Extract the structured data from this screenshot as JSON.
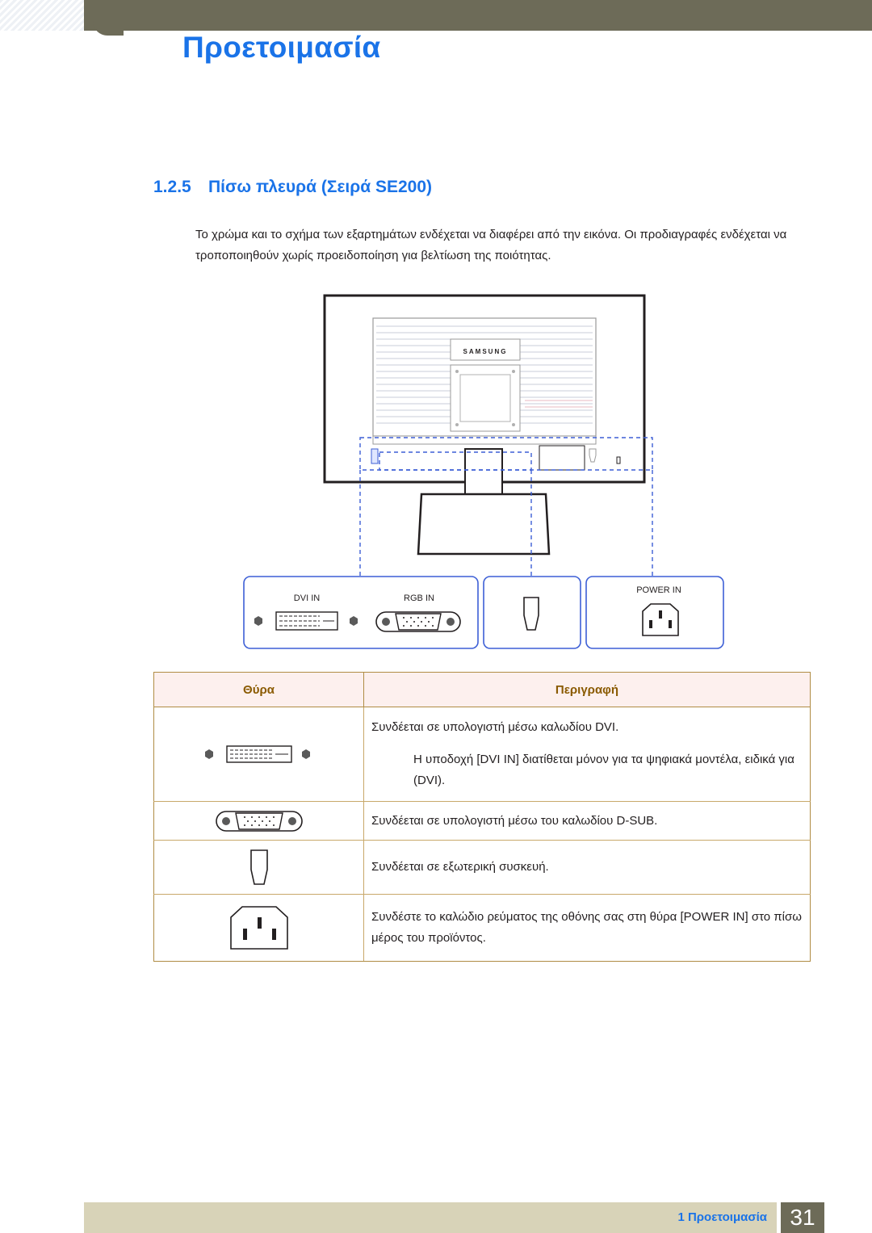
{
  "header": {
    "chapter_title": "Προετοιμασία"
  },
  "section": {
    "number": "1.2.5",
    "title": "Πίσω πλευρά (Σειρά SE200)",
    "intro": "Το χρώμα και το σχήμα των εξαρτημάτων ενδέχεται να διαφέρει από την εικόνα. Οι προδιαγραφές ενδέχεται να τροποποιηθούν χωρίς προειδοποίηση για βελτίωση της ποιότητας."
  },
  "diagram": {
    "brand": "SAMSUNG",
    "labels": {
      "dvi_in": "DVI IN",
      "rgb_in": "RGB IN",
      "power_in": "POWER IN"
    }
  },
  "table": {
    "headers": {
      "port": "Θύρα",
      "description": "Περιγραφή"
    },
    "rows": [
      {
        "icon": "dvi-port-icon",
        "description": "Συνδέεται σε υπολογιστή μέσω καλωδίου DVI.",
        "note": "Η υποδοχή [DVI IN] διατίθεται μόνον για τα ψηφιακά μοντέλα, ειδικά για (DVI)."
      },
      {
        "icon": "dsub-port-icon",
        "description": "Συνδέεται σε υπολογιστή μέσω του καλωδίου D-SUB."
      },
      {
        "icon": "kensington-lock-icon",
        "description": "Συνδέεται σε εξωτερική συσκευή."
      },
      {
        "icon": "power-port-icon",
        "description": "Συνδέστε το καλώδιο ρεύματος της οθόνης σας στη θύρα [POWER IN] στο πίσω μέρος του προϊόντος."
      }
    ]
  },
  "footer": {
    "chapter_label": "1 Προετοιμασία",
    "page_number": "31"
  },
  "colors": {
    "accent_blue": "#1a73e8",
    "header_olive": "#6d6b58",
    "footer_beige": "#d8d3b8",
    "table_header_text": "#8a5a00",
    "callout_border": "#3d5fd6"
  }
}
